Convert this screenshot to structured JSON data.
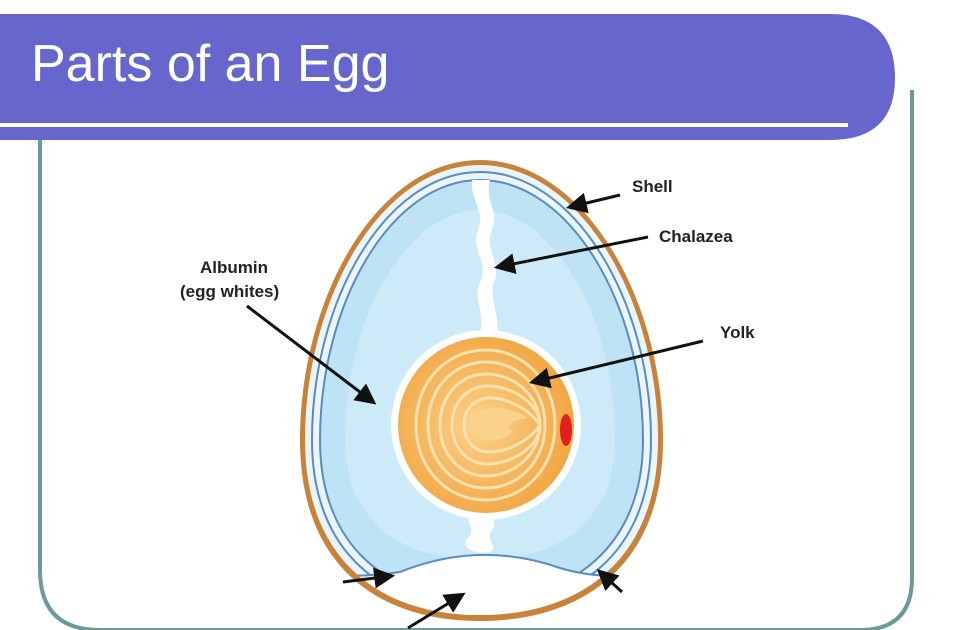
{
  "slide": {
    "title": "Parts of an Egg"
  },
  "colors": {
    "title_bar": "#6666CC",
    "frame_border": "#6C9A9A",
    "shell": "#C8823A",
    "membrane": "#5B8BBE",
    "albumin": "#BEE3F5",
    "yolk": "#F0A23C",
    "yolk_light": "#FBD28C",
    "germinal_disc": "#E0201E",
    "air_cell": "#FFFFFF"
  },
  "diagram": {
    "labels": {
      "shell": "Shell",
      "chalazea": "Chalazea",
      "yolk": "Yolk",
      "albumin_line1": "Albumin",
      "albumin_line2": "(egg whites)"
    }
  }
}
